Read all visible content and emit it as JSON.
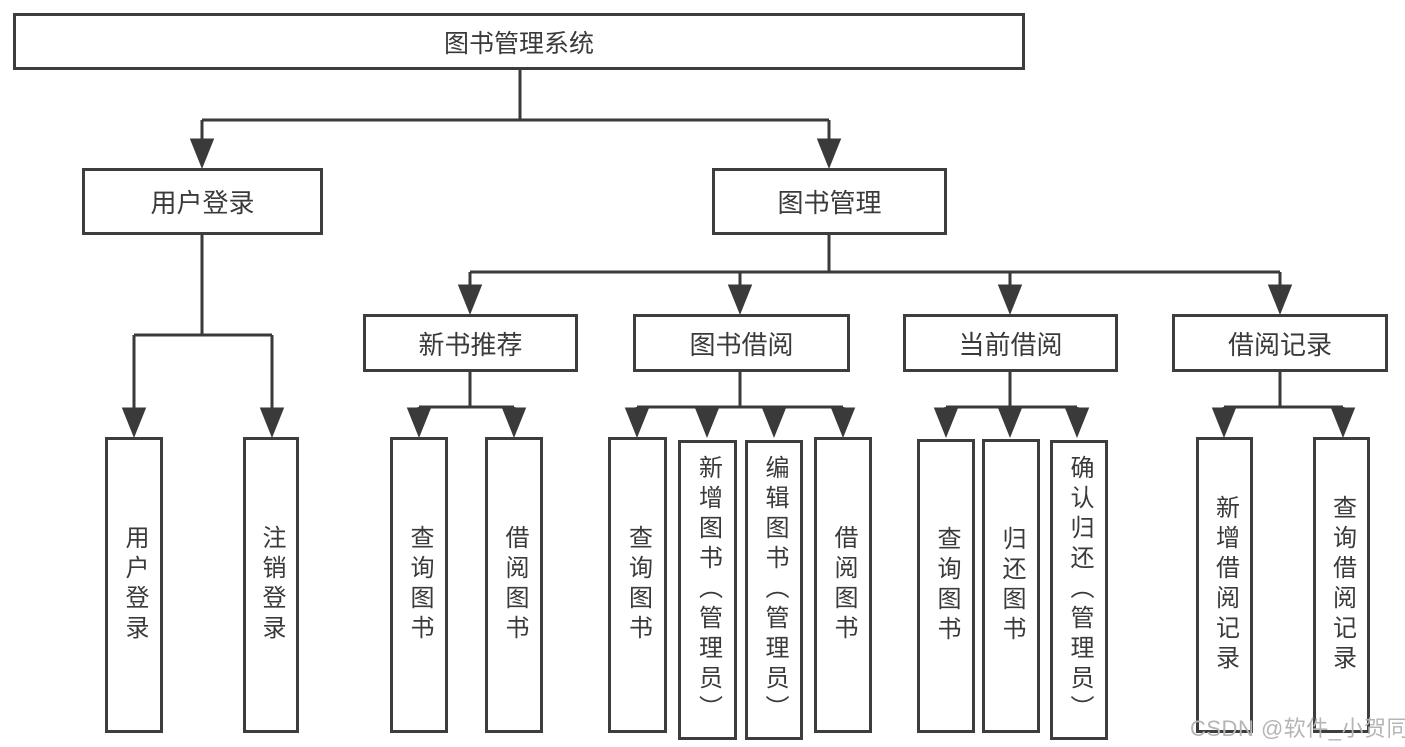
{
  "colors": {
    "background": "#ffffff",
    "box_border": "#3d3d3d",
    "box_fill": "#ffffff",
    "connector_line": "#3a3a3a",
    "text": "#3a3a3a",
    "watermark_text": "#b5b5b5"
  },
  "icons": {
    "arrow_down": "▼"
  },
  "tree": {
    "root": {
      "label": "图书管理系统",
      "children": [
        {
          "label": "用户登录",
          "children": [
            {
              "label": "用户登录"
            },
            {
              "label": "注销登录"
            }
          ]
        },
        {
          "label": "图书管理",
          "children": [
            {
              "label": "新书推荐",
              "children": [
                {
                  "label": "查询图书"
                },
                {
                  "label": "借阅图书"
                }
              ]
            },
            {
              "label": "图书借阅",
              "children": [
                {
                  "label": "查询图书"
                },
                {
                  "label": "新增图书（管理员）"
                },
                {
                  "label": "编辑图书（管理员）"
                },
                {
                  "label": "借阅图书"
                }
              ]
            },
            {
              "label": "当前借阅",
              "children": [
                {
                  "label": "查询图书"
                },
                {
                  "label": "归还图书"
                },
                {
                  "label": "确认归还（管理员）"
                }
              ]
            },
            {
              "label": "借阅记录",
              "children": [
                {
                  "label": "新增借阅记录"
                },
                {
                  "label": "查询借阅记录"
                }
              ]
            }
          ]
        }
      ]
    }
  },
  "watermark": {
    "text": "CSDN @软件_小贺同学"
  }
}
